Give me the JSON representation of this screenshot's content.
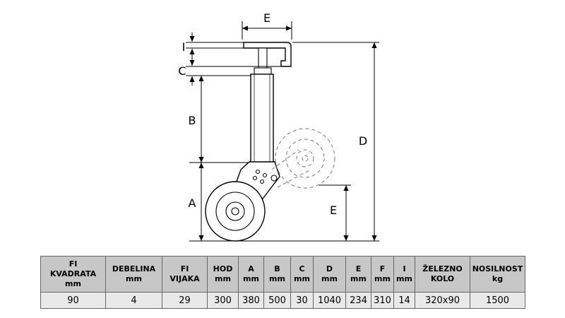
{
  "diagram": {
    "title": "jockey-wheel-technical-drawing",
    "labels": {
      "dim_e_top": "E",
      "dim_i": "I",
      "dim_c": "C",
      "dim_b": "B",
      "dim_a": "A",
      "dim_d": "D",
      "dim_e_right": "E"
    }
  },
  "colors": {
    "header_bg": "#c7c7c7",
    "row_bg": "#e9e9e9",
    "line": "#000000",
    "dashed_line": "#777777"
  },
  "table": {
    "columns": [
      {
        "header": "FI\nKVADRATA\nmm",
        "value": "90"
      },
      {
        "header": "DEBELINA\nmm",
        "value": "4"
      },
      {
        "header": "FI\nVIJAKA",
        "value": "29"
      },
      {
        "header": "HOD\nmm",
        "value": "300"
      },
      {
        "header": "A\nmm",
        "value": "380"
      },
      {
        "header": "B\nmm",
        "value": "500"
      },
      {
        "header": "C\nmm",
        "value": "30"
      },
      {
        "header": "D\nmm",
        "value": "1040"
      },
      {
        "header": "E\nmm",
        "value": "234"
      },
      {
        "header": "F\nmm",
        "value": "310"
      },
      {
        "header": "I\nmm",
        "value": "14"
      },
      {
        "header": "ŽELEZNO\nKOLO",
        "value": "320x90"
      },
      {
        "header": "NOSILNOST\nkg",
        "value": "1500"
      }
    ]
  }
}
